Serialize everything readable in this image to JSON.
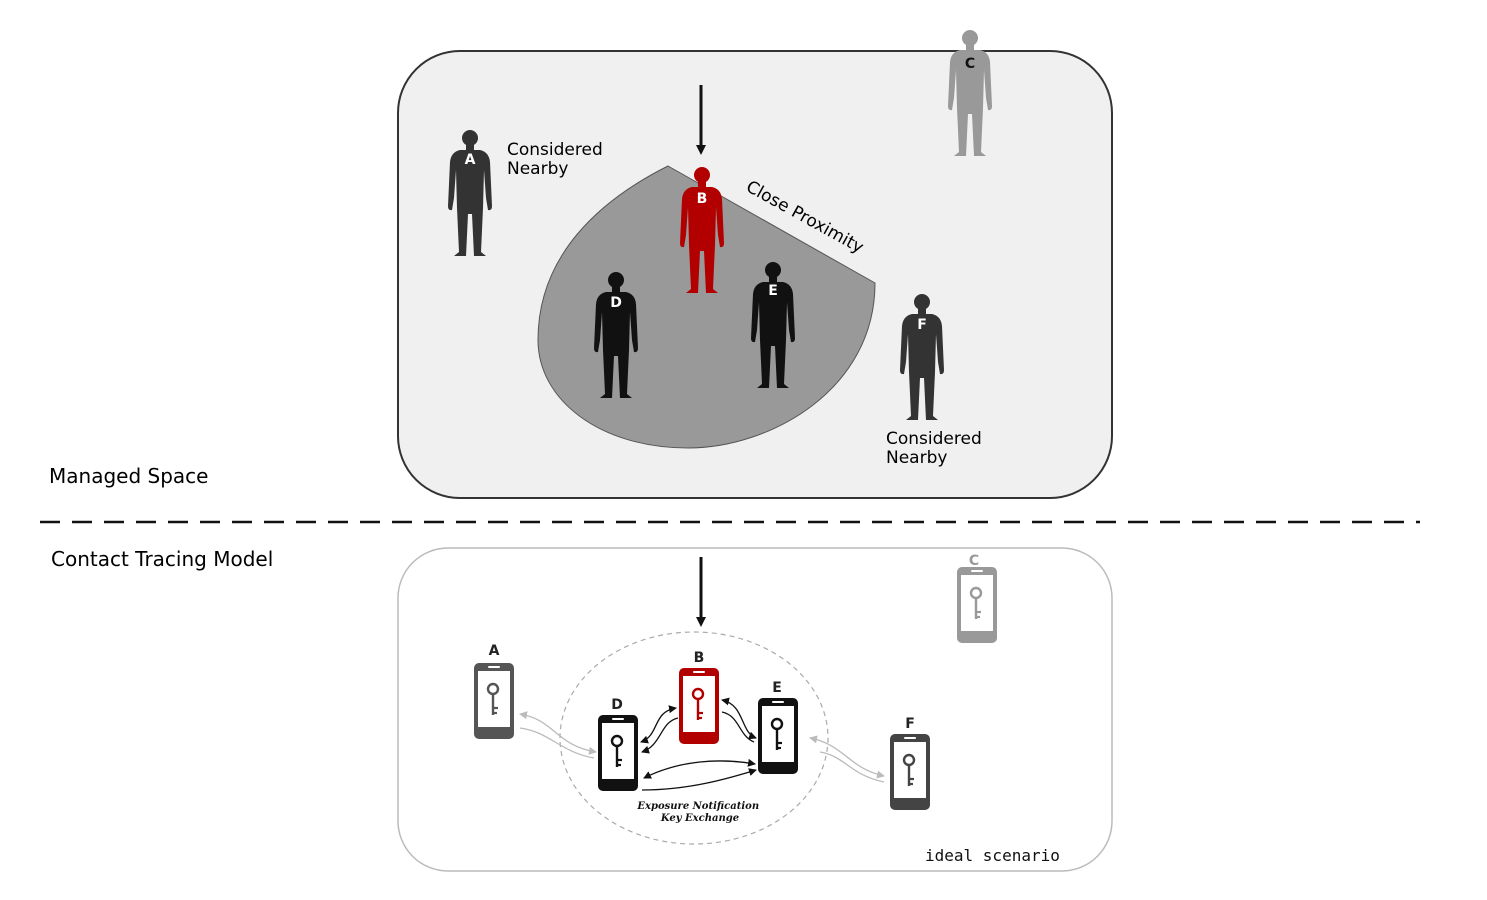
{
  "sections": {
    "top_label": "Managed Space",
    "bottom_label": "Contact Tracing Model"
  },
  "top": {
    "proximity_label": "Close Proximity",
    "nearby_label_a": [
      "Considered",
      "Nearby"
    ],
    "nearby_label_f": [
      "Considered",
      "Nearby"
    ],
    "people": [
      {
        "id": "A",
        "label": "A",
        "color": "#333333"
      },
      {
        "id": "B",
        "label": "B",
        "color": "#b20000"
      },
      {
        "id": "C",
        "label": "C",
        "color": "#999999"
      },
      {
        "id": "D",
        "label": "D",
        "color": "#111111"
      },
      {
        "id": "E",
        "label": "E",
        "color": "#111111"
      },
      {
        "id": "F",
        "label": "F",
        "color": "#333333"
      }
    ]
  },
  "bottom": {
    "exchange_label": [
      "Exposure Notification",
      "Key Exchange"
    ],
    "scenario_label": "ideal scenario",
    "phones": [
      {
        "id": "A",
        "label": "A",
        "color": "#555555",
        "icon": "key-icon"
      },
      {
        "id": "B",
        "label": "B",
        "color": "#b20000",
        "icon": "key-icon"
      },
      {
        "id": "C",
        "label": "C",
        "color": "#999999",
        "icon": "key-icon"
      },
      {
        "id": "D",
        "label": "D",
        "color": "#111111",
        "icon": "key-icon"
      },
      {
        "id": "E",
        "label": "E",
        "color": "#111111",
        "icon": "key-icon"
      },
      {
        "id": "F",
        "label": "F",
        "color": "#444444",
        "icon": "key-icon"
      }
    ]
  },
  "colors": {
    "panel_fill": "#f0f0f0",
    "zone_fill": "#999999",
    "infected": "#b20000",
    "muted": "#999999"
  }
}
